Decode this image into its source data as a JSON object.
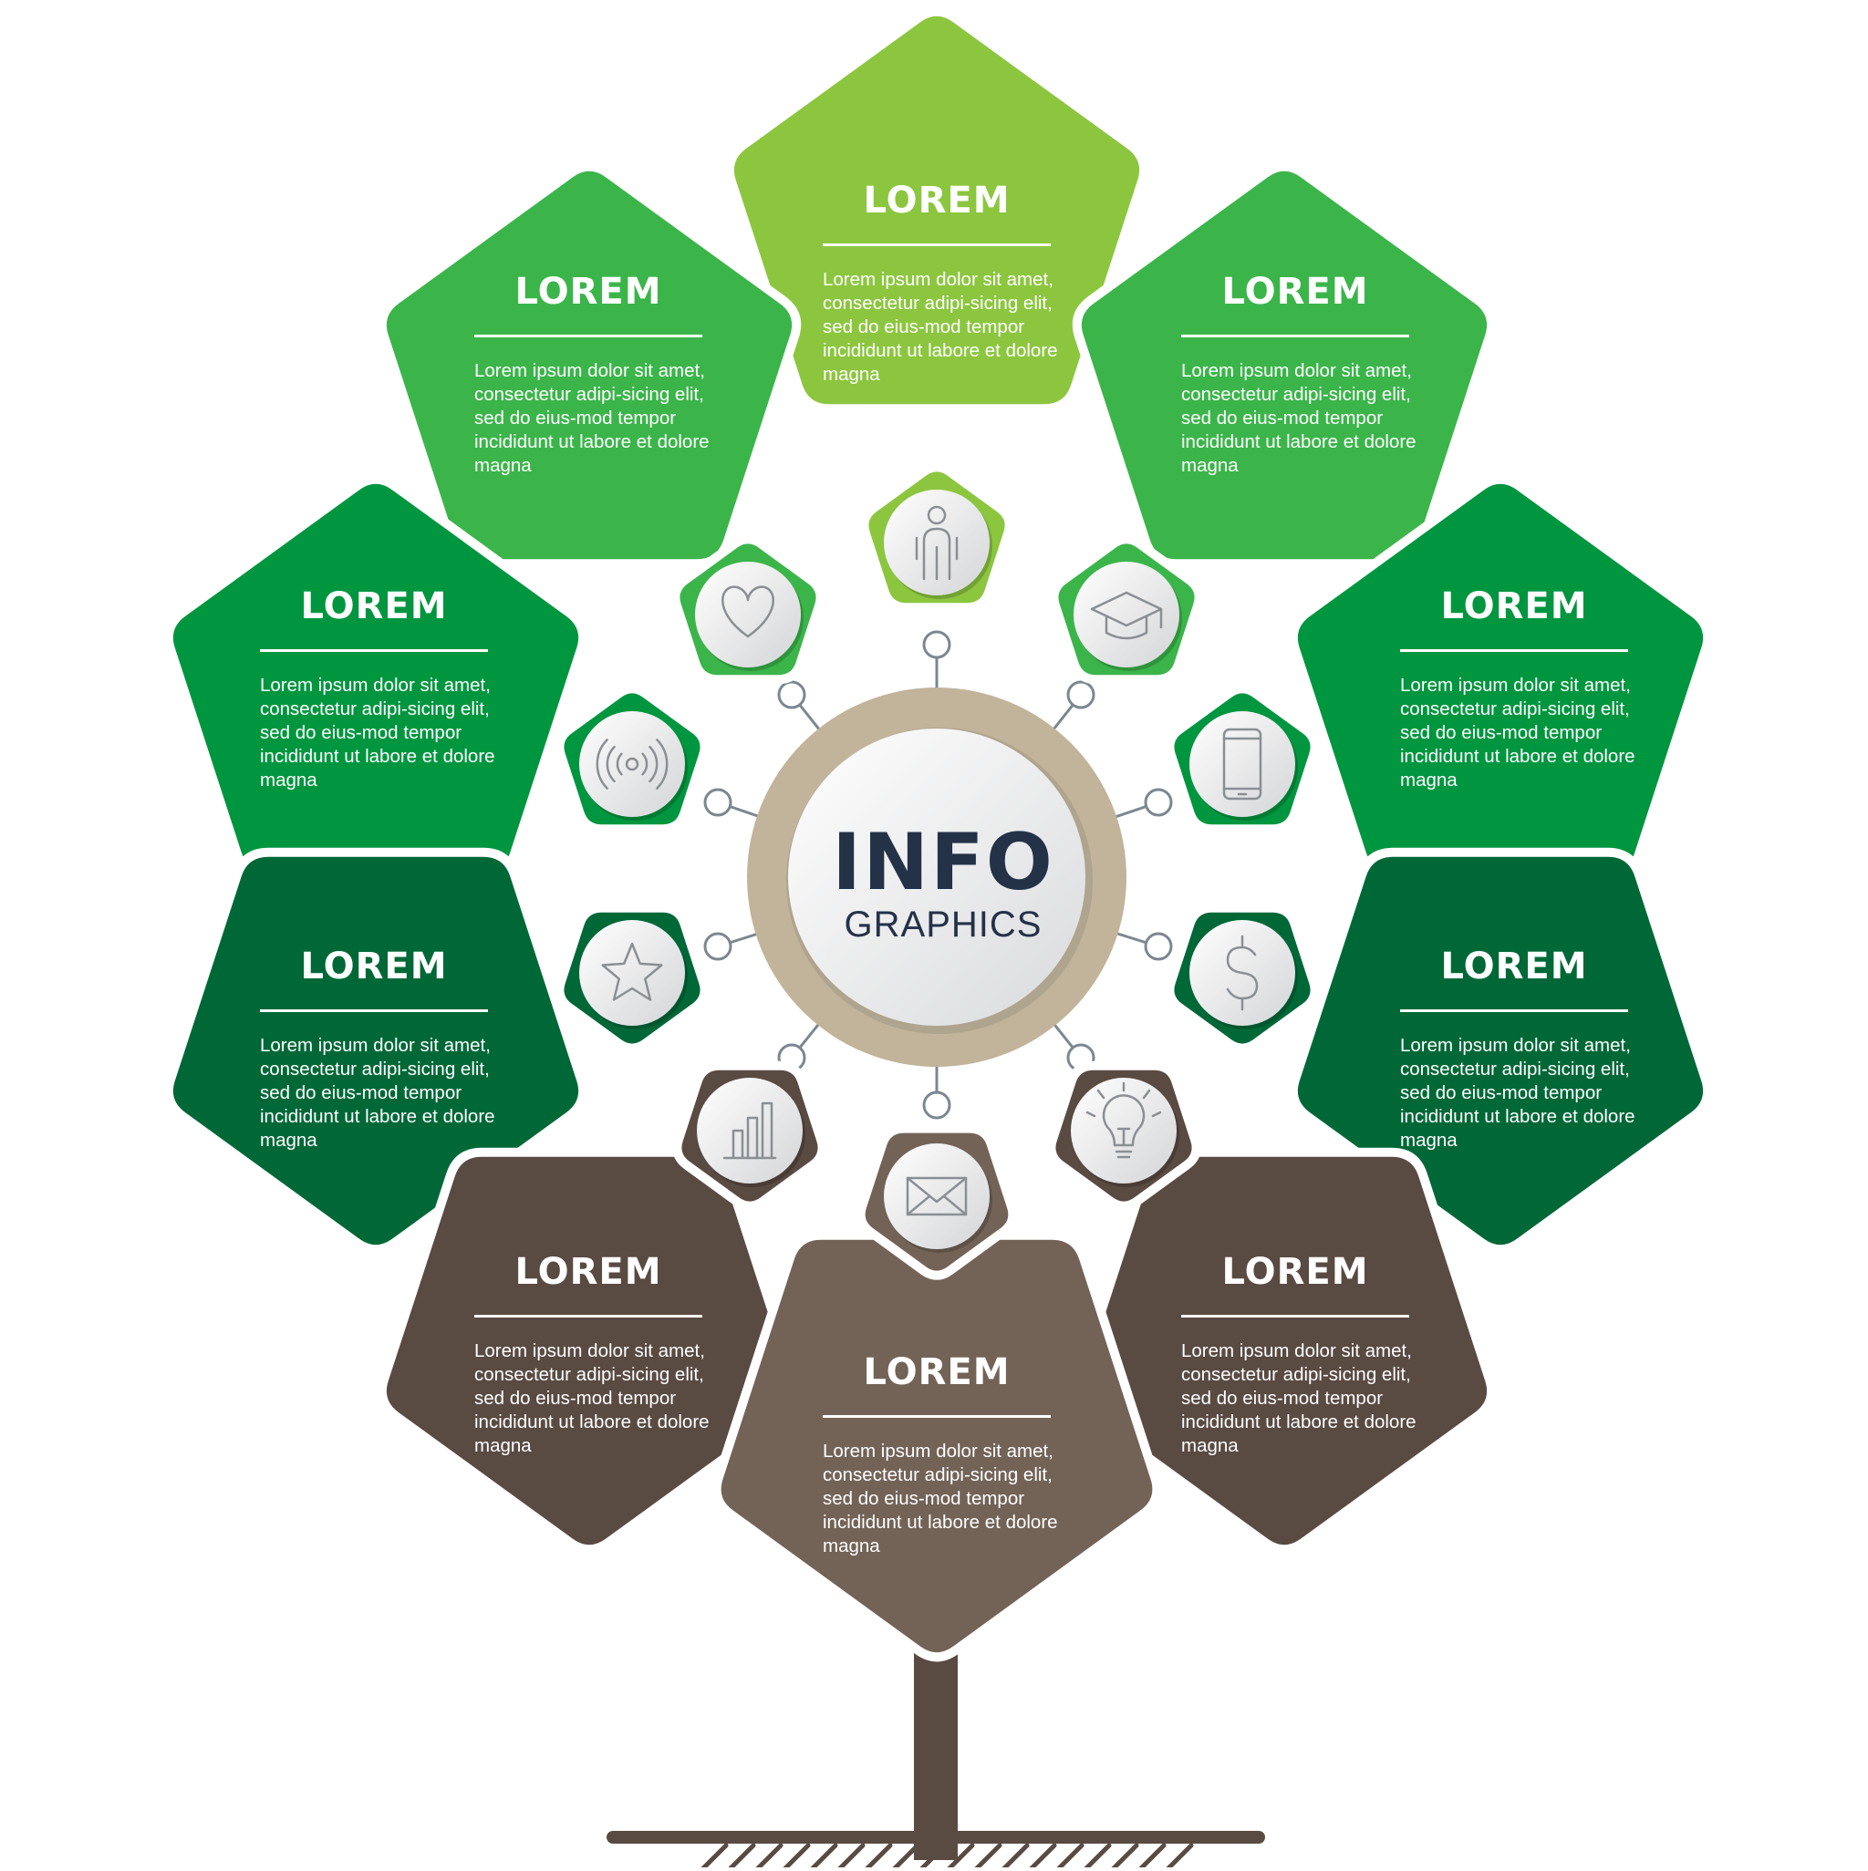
{
  "center": {
    "title": "INFO",
    "subtitle": "GRAPHICS"
  },
  "colors": {
    "lime": "#8cc63f",
    "green": "#3bb54a",
    "mid_green": "#00963f",
    "dark_green": "#006837",
    "brown": "#594a42",
    "light_brown": "#736357",
    "ring": "#c1b49a",
    "connector": "#7b8791"
  },
  "panels": [
    {
      "id": "top",
      "title": "LOREM",
      "body": "Lorem ipsum dolor sit amet, consectetur adipi-sicing elit, sed do eius-mod tempor incididunt ut labore et dolore magna",
      "icon": "person-icon",
      "color": "#8cc63f"
    },
    {
      "id": "upper-left",
      "title": "LOREM",
      "body": "Lorem ipsum dolor sit amet, consectetur adipi-sicing elit, sed do eius-mod tempor incididunt ut labore et dolore magna",
      "icon": "heart-icon",
      "color": "#3bb54a"
    },
    {
      "id": "upper-right",
      "title": "LOREM",
      "body": "Lorem ipsum dolor sit amet, consectetur adipi-sicing elit, sed do eius-mod tempor incididunt ut labore et dolore magna",
      "icon": "graduation-cap-icon",
      "color": "#3bb54a"
    },
    {
      "id": "mid-left",
      "title": "LOREM",
      "body": "Lorem ipsum dolor sit amet, consectetur adipi-sicing elit, sed do eius-mod tempor incididunt ut labore et dolore magna",
      "icon": "broadcast-icon",
      "color": "#00963f"
    },
    {
      "id": "mid-right",
      "title": "LOREM",
      "body": "Lorem ipsum dolor sit amet, consectetur adipi-sicing elit, sed do eius-mod tempor incididunt ut labore et dolore magna",
      "icon": "smartphone-icon",
      "color": "#00963f"
    },
    {
      "id": "lower-left",
      "title": "LOREM",
      "body": "Lorem ipsum dolor sit amet, consectetur adipi-sicing elit, sed do eius-mod tempor incididunt ut labore et dolore magna",
      "icon": "star-icon",
      "color": "#006837"
    },
    {
      "id": "lower-right",
      "title": "LOREM",
      "body": "Lorem ipsum dolor sit amet, consectetur adipi-sicing elit, sed do eius-mod tempor incididunt ut labore et dolore magna",
      "icon": "dollar-icon",
      "color": "#006837"
    },
    {
      "id": "bottom-left",
      "title": "LOREM",
      "body": "Lorem ipsum dolor sit amet, consectetur adipi-sicing elit, sed do eius-mod tempor incididunt ut labore et dolore magna",
      "icon": "bar-chart-icon",
      "color": "#594a42"
    },
    {
      "id": "bottom-right",
      "title": "LOREM",
      "body": "Lorem ipsum dolor sit amet, consectetur adipi-sicing elit, sed do eius-mod tempor incididunt ut labore et dolore magna",
      "icon": "lightbulb-icon",
      "color": "#594a42"
    },
    {
      "id": "bottom",
      "title": "LOREM",
      "body": "Lorem ipsum dolor sit amet, consectetur adipi-sicing elit, sed do eius-mod tempor incididunt ut labore et dolore magna",
      "icon": "envelope-icon",
      "color": "#736357"
    }
  ]
}
